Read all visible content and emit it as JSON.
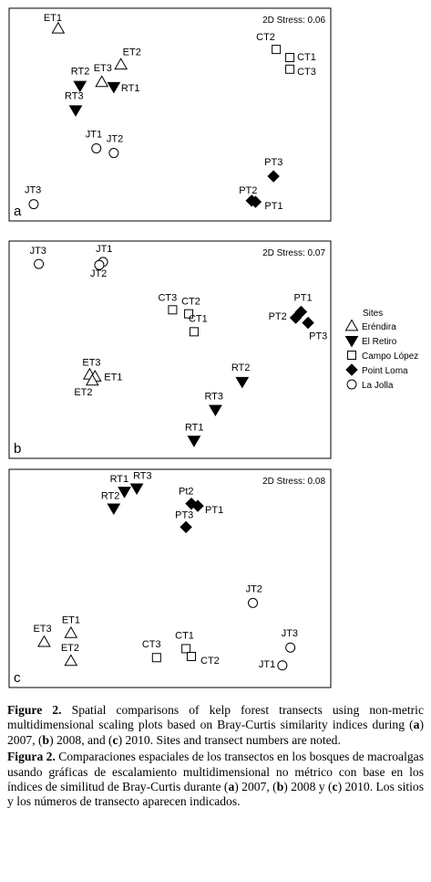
{
  "chart_data": [
    {
      "type": "scatter",
      "panel_label": "a",
      "stress_label": "2D Stress: 0.06",
      "points": [
        {
          "label": "ET1",
          "site": "Eréndira",
          "x": 0.7,
          "y": 3.2
        },
        {
          "label": "ET2",
          "site": "Eréndira",
          "x": 1.85,
          "y": 1.65
        },
        {
          "label": "ET3",
          "site": "Eréndira",
          "x": 1.5,
          "y": 0.9
        },
        {
          "label": "RT2",
          "site": "El Retiro",
          "x": 1.1,
          "y": 0.75
        },
        {
          "label": "RT1",
          "site": "El Retiro",
          "x": 1.72,
          "y": 0.7
        },
        {
          "label": "RT3",
          "site": "El Retiro",
          "x": 1.02,
          "y": -0.3
        },
        {
          "label": "CT2",
          "site": "Campo López",
          "x": 4.7,
          "y": 2.3
        },
        {
          "label": "CT1",
          "site": "Campo López",
          "x": 4.95,
          "y": 1.95
        },
        {
          "label": "CT3",
          "site": "Campo López",
          "x": 4.95,
          "y": 1.45
        },
        {
          "label": "PT3",
          "site": "Point Loma",
          "x": 4.65,
          "y": -3.15
        },
        {
          "label": "PT2",
          "site": "Point Loma",
          "x": 4.25,
          "y": -4.2
        },
        {
          "label": "PT1",
          "site": "Point Loma",
          "x": 4.32,
          "y": -4.25
        },
        {
          "label": "JT1",
          "site": "La Jolla",
          "x": 1.4,
          "y": -1.95
        },
        {
          "label": "JT2",
          "site": "La Jolla",
          "x": 1.72,
          "y": -2.15
        },
        {
          "label": "JT3",
          "site": "La Jolla",
          "x": 0.25,
          "y": -4.35
        }
      ]
    },
    {
      "type": "scatter",
      "panel_label": "b",
      "stress_label": "2D Stress: 0.07",
      "legend": {
        "title": "Sites",
        "entries": [
          {
            "label": "Eréndira",
            "marker": "triangle-up-open"
          },
          {
            "label": "El Retiro",
            "marker": "triangle-down-filled"
          },
          {
            "label": "Campo López",
            "marker": "square-open"
          },
          {
            "label": "Point Loma",
            "marker": "diamond-filled"
          },
          {
            "label": "La Jolla",
            "marker": "circle-open"
          }
        ]
      },
      "points": [
        {
          "label": "JT3",
          "site": "La Jolla",
          "x": 0.35,
          "y": 3.8
        },
        {
          "label": "JT1",
          "site": "La Jolla",
          "x": 1.55,
          "y": 3.9
        },
        {
          "label": "JT2",
          "site": "La Jolla",
          "x": 1.48,
          "y": 3.75
        },
        {
          "label": "CT3",
          "site": "Campo López",
          "x": 2.85,
          "y": 1.5
        },
        {
          "label": "CT2",
          "site": "Campo López",
          "x": 3.15,
          "y": 1.3
        },
        {
          "label": "CT1",
          "site": "Campo López",
          "x": 3.25,
          "y": 0.4
        },
        {
          "label": "PT1",
          "site": "Point Loma",
          "x": 5.25,
          "y": 1.4
        },
        {
          "label": "PT2",
          "site": "Point Loma",
          "x": 5.15,
          "y": 1.1
        },
        {
          "label": "PT3",
          "site": "Point Loma",
          "x": 5.38,
          "y": 0.85
        },
        {
          "label": "ET3",
          "site": "Eréndira",
          "x": 1.3,
          "y": -1.75
        },
        {
          "label": "ET1",
          "site": "Eréndira",
          "x": 1.4,
          "y": -1.85
        },
        {
          "label": "ET2",
          "site": "Eréndira",
          "x": 1.35,
          "y": -2.05
        },
        {
          "label": "RT2",
          "site": "El Retiro",
          "x": 4.15,
          "y": -2.1
        },
        {
          "label": "RT3",
          "site": "El Retiro",
          "x": 3.65,
          "y": -3.5
        },
        {
          "label": "RT1",
          "site": "El Retiro",
          "x": 3.25,
          "y": -5.05
        }
      ]
    },
    {
      "type": "scatter",
      "panel_label": "c",
      "stress_label": "2D Stress: 0.08",
      "points": [
        {
          "label": "RT1",
          "site": "El Retiro",
          "x": 1.95,
          "y": 3.3
        },
        {
          "label": "RT3",
          "site": "El Retiro",
          "x": 2.18,
          "y": 3.45
        },
        {
          "label": "RT2",
          "site": "El Retiro",
          "x": 1.75,
          "y": 2.55
        },
        {
          "label": "Pt2",
          "site": "Point Loma",
          "x": 3.2,
          "y": 2.75
        },
        {
          "label": "PT1",
          "site": "Point Loma",
          "x": 3.32,
          "y": 2.65
        },
        {
          "label": "PT3",
          "site": "Point Loma",
          "x": 3.1,
          "y": 1.7
        },
        {
          "label": "JT2",
          "site": "La Jolla",
          "x": 4.35,
          "y": -1.7
        },
        {
          "label": "JT3",
          "site": "La Jolla",
          "x": 5.05,
          "y": -3.7
        },
        {
          "label": "JT1",
          "site": "La Jolla",
          "x": 4.9,
          "y": -4.5
        },
        {
          "label": "ET3",
          "site": "Eréndira",
          "x": 0.45,
          "y": -3.45
        },
        {
          "label": "ET1",
          "site": "Eréndira",
          "x": 0.95,
          "y": -3.05
        },
        {
          "label": "ET2",
          "site": "Eréndira",
          "x": 0.95,
          "y": -4.3
        },
        {
          "label": "CT3",
          "site": "Campo López",
          "x": 2.55,
          "y": -4.15
        },
        {
          "label": "CT1",
          "site": "Campo López",
          "x": 3.1,
          "y": -3.75
        },
        {
          "label": "CT2",
          "site": "Campo López",
          "x": 3.2,
          "y": -4.1
        }
      ]
    }
  ],
  "caption": {
    "en_heading": "Figure 2.",
    "en_text_1": " Spatial comparisons of kelp forest transects using non-metric multidimensional scaling plots based on Bray-Curtis similarity indices during (",
    "en_a": "a",
    "en_text_2": ") 2007, (",
    "en_b": "b",
    "en_text_3": ") 2008, and (",
    "en_c": "c",
    "en_text_4": ") 2010. Sites and transect numbers are noted.",
    "es_heading": "Figura 2.",
    "es_text_1": " Comparaciones espaciales de los transectos en los bosques de macroalgas usando gráficas de escalamiento multidimensional no métrico con base en los índices de similitud de Bray-Curtis durante (",
    "es_a": "a",
    "es_text_2": ") 2007, (",
    "es_b": "b",
    "es_text_3": ") 2008 y (",
    "es_c": "c",
    "es_text_4": ") 2010. Los sitios y los números de transecto aparecen indicados."
  }
}
